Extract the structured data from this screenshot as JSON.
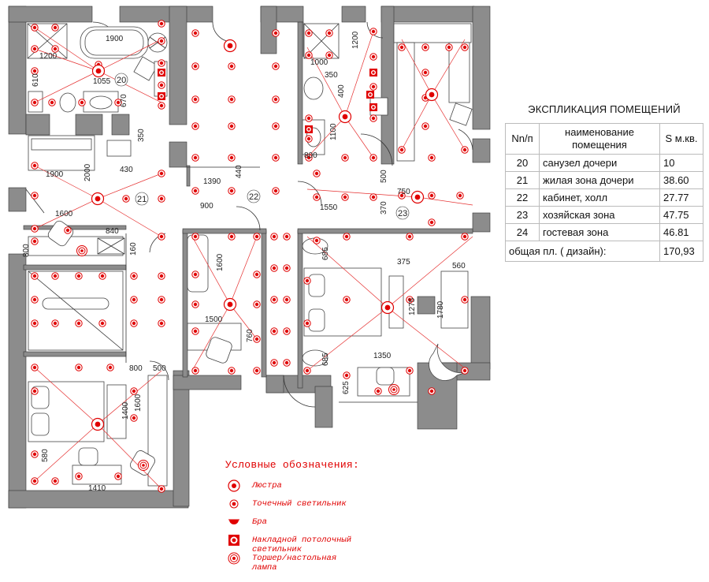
{
  "rooms": {
    "r20": "20",
    "r21": "21",
    "r22": "22",
    "r23": "23"
  },
  "dims": {
    "d1900a": "1900",
    "d1200a": "1200",
    "d1055": "1055",
    "d610": "610",
    "d670": "670",
    "d350a": "350",
    "d1900b": "1900",
    "d2000": "2000",
    "d430": "430",
    "d1600a": "1600",
    "d840": "840",
    "d800a": "800",
    "d160": "160",
    "d1390": "1390",
    "d440": "440",
    "d900": "900",
    "d1600b": "1600",
    "d1500": "1500",
    "d760": "760",
    "d1000": "1000",
    "d1200b": "1200",
    "d350b": "350",
    "d400": "400",
    "d1100": "1100",
    "d800b": "800",
    "d1550": "1550",
    "d370": "370",
    "d500a": "500",
    "d750": "750",
    "d685a": "685",
    "d375": "375",
    "d560": "560",
    "d1275": "1275",
    "d1780": "1780",
    "d685b": "685",
    "d1350": "1350",
    "d625": "625",
    "d800c": "800",
    "d500b": "500",
    "d1400": "1400",
    "d1600c": "1600",
    "d580": "580",
    "d1410": "1410"
  },
  "explication": {
    "title": "ЭКСПЛИКАЦИЯ ПОМЕЩЕНИЙ",
    "headers": {
      "num": "Nn/п",
      "name": "наименование помещения",
      "area": "S м.кв."
    },
    "rows": [
      {
        "num": "20",
        "name": "санузел дочери",
        "area": "10"
      },
      {
        "num": "21",
        "name": "жилая зона дочери",
        "area": "38.60"
      },
      {
        "num": "22",
        "name": "кабинет, холл",
        "area": "27.77"
      },
      {
        "num": "23",
        "name": "хозяйская зона",
        "area": "47.75"
      },
      {
        "num": "24",
        "name": "гостевая зона",
        "area": "46.81"
      }
    ],
    "total_label": "общая пл. ( дизайн):",
    "total_value": "170,93"
  },
  "legend": {
    "title": "Условные обозначения:",
    "items": [
      {
        "icon": "chandelier-icon",
        "label": "Люстра"
      },
      {
        "icon": "spotlight-icon",
        "label": "Точечный светильник"
      },
      {
        "icon": "sconce-icon",
        "label": "Бра"
      },
      {
        "icon": "ceiling-light-icon",
        "label": "Накладной потолочный светильник"
      },
      {
        "icon": "floor-lamp-icon",
        "label": "Торшер/настольная лампа"
      }
    ]
  },
  "colors": {
    "accent": "#e00000",
    "wall": "#8c8c8c",
    "wire": "#e53030"
  }
}
